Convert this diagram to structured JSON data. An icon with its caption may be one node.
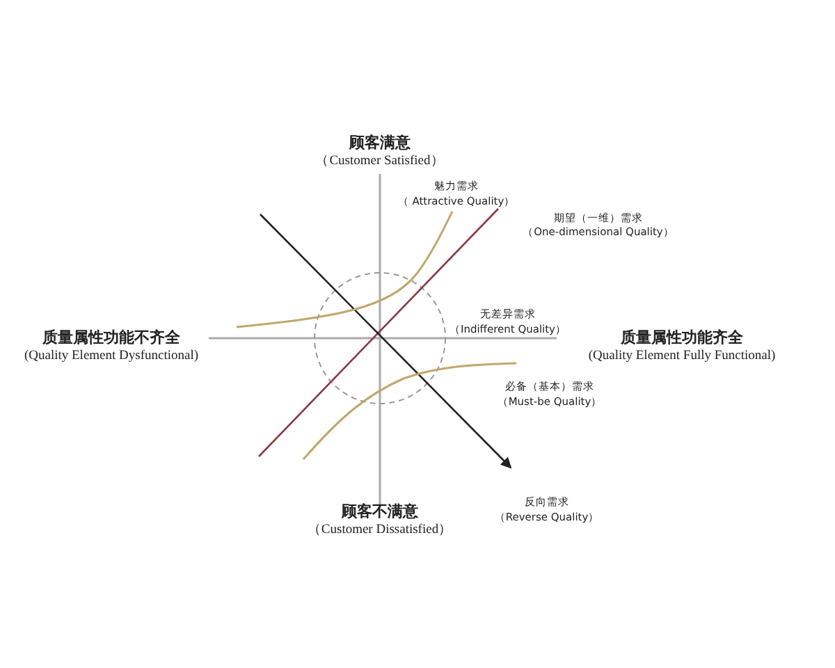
{
  "diagram": {
    "labels": [
      "顾客满意",
      "（Customer Satisfied）",
      "魅力需求",
      "（ Attractive Quality）",
      "期望（一维）需求",
      "（One-dimensional Quality）",
      "无差异需求",
      "（Indifferent Quality）",
      "质量属性功能不齐全",
      "(Quality Element Dysfunctional)",
      "质量属性功能齐全",
      "(Quality Element Fully Functional)",
      "必备（基本）需求",
      "（Must-be Quality）",
      "顾客不满意",
      "（Customer Dissatisfied）",
      "反向需求",
      "（Reverse Quality）"
    ]
  }
}
